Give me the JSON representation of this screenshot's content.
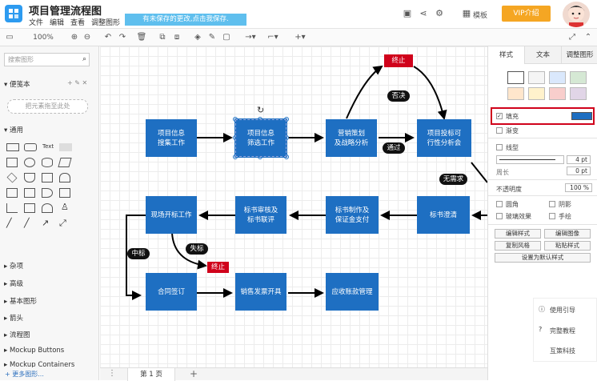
{
  "app": {
    "title": "项目管理流程图",
    "menus": [
      "文件",
      "编辑",
      "查看",
      "调整图形"
    ],
    "notice": "有未保存的更改,点击我保存.",
    "template_label": "模板",
    "vip_label": "VIP介绍"
  },
  "toolbar": {
    "zoom": "100%"
  },
  "left_panel": {
    "search_placeholder": "搜索图形",
    "scratchpad_label": "便笺本",
    "drop_hint": "把元素拖至此处",
    "general_label": "通用",
    "text_shape": "Text",
    "sections": [
      "杂项",
      "高级",
      "基本图形",
      "箭头",
      "流程图",
      "Mockup Buttons",
      "Mockup Containers"
    ],
    "more_shapes": "+ 更多图形..."
  },
  "canvas": {
    "nodes": [
      {
        "id": "n1",
        "label": "项目信息\n搜集工作"
      },
      {
        "id": "n2",
        "label": "项目信息\n筛选工作"
      },
      {
        "id": "n3",
        "label": "营销策划\n及战略分析"
      },
      {
        "id": "n4",
        "label": "项目投标可\n行性分析会"
      },
      {
        "id": "n5",
        "label": "现场开标工作"
      },
      {
        "id": "n6",
        "label": "标书审核及\n标书联评"
      },
      {
        "id": "n7",
        "label": "标书制作及\n保证金支付"
      },
      {
        "id": "n8",
        "label": "标书澄清"
      },
      {
        "id": "n9",
        "label": "合同签订"
      },
      {
        "id": "n10",
        "label": "销售发票开具"
      },
      {
        "id": "n11",
        "label": "应收账款管理"
      }
    ],
    "labels": {
      "stop_top": "终止",
      "reject": "否决",
      "pass": "通过",
      "no_need": "无需求",
      "win": "中标",
      "lose": "失标",
      "stop_bottom": "终止"
    },
    "page_tab": "第 1 页"
  },
  "right_panel": {
    "tabs": [
      "样式",
      "文本",
      "调整图形"
    ],
    "fill_label": "填充",
    "gradient_label": "渐变",
    "line_label": "线型",
    "line_width": "4 pt",
    "perimeter_label": "周长",
    "perimeter_value": "0 pt",
    "opacity_label": "不透明度",
    "opacity_value": "100 %",
    "rounded_label": "圆角",
    "shadow_label": "阴影",
    "glass_label": "玻璃效果",
    "sketch_label": "手绘",
    "buttons": [
      "编辑样式",
      "编辑图像",
      "复制风格",
      "粘贴样式",
      "设置为默认样式"
    ],
    "help": [
      "使用引导",
      "完整教程",
      "互策科技"
    ],
    "fill_color": "#1e6fc2"
  },
  "colors": {
    "node": "#1e6fc2",
    "stop": "#d0021b",
    "vip": "#f5a623",
    "notice": "#5fbfee"
  }
}
